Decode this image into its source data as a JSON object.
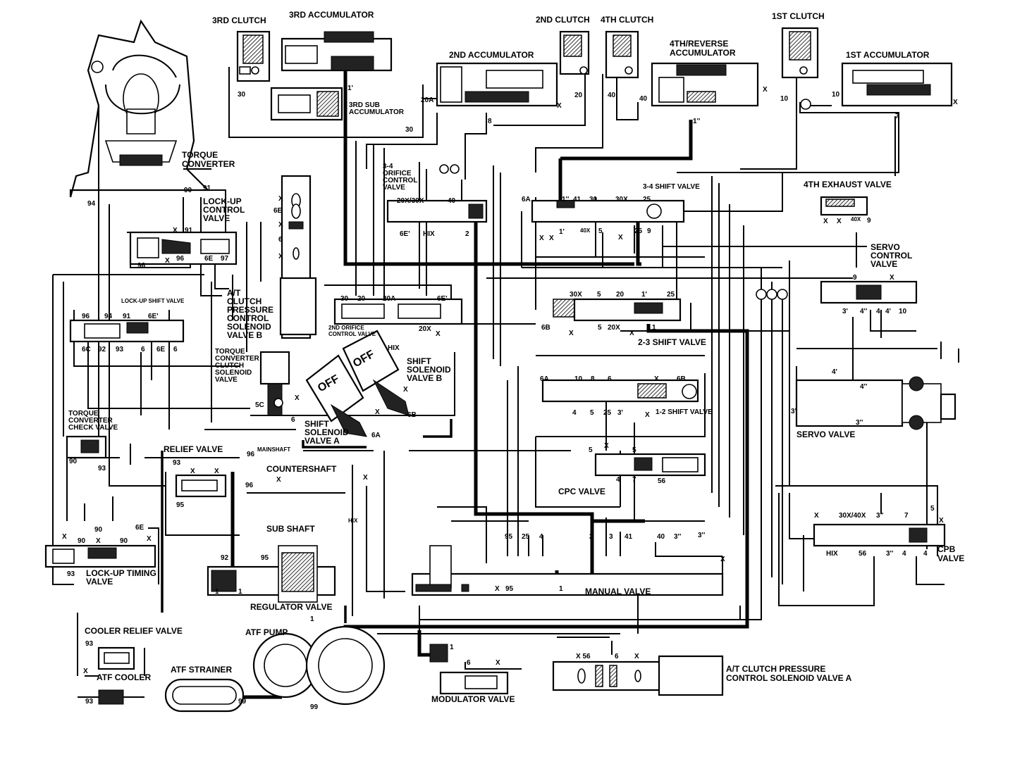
{
  "components": {
    "clutch3": "3RD CLUTCH",
    "acc3": "3RD ACCUMULATOR",
    "clutch2": "2ND CLUTCH",
    "clutch4": "4TH CLUTCH",
    "clutch1": "1ST CLUTCH",
    "acc2": "2ND ACCUMULATOR",
    "acc4r_1": "4TH/REVERSE",
    "acc4r_2": "ACCUMULATOR",
    "acc1": "1ST ACCUMULATOR",
    "sub3_1": "3RD SUB",
    "sub3_2": "ACCUMULATOR",
    "tc_1": "TORQUE",
    "tc_2": "CONVERTER",
    "lockup_ctrl_1": "LOCK-UP",
    "lockup_ctrl_2": "CONTROL",
    "lockup_ctrl_3": "VALVE",
    "orifice34_1": "3-4",
    "orifice34_2": "ORIFICE",
    "orifice34_3": "CONTROL",
    "orifice34_4": "VALVE",
    "shift34": "3-4 SHIFT VALVE",
    "exhaust4": "4TH EXHAUST VALVE",
    "servo_ctrl_1": "SERVO",
    "servo_ctrl_2": "CONTROL",
    "servo_ctrl_3": "VALVE",
    "lockup_shift": "LOCK-UP SHIFT VALVE",
    "atcp_b_1": "A/T",
    "atcp_b_2": "CLUTCH",
    "atcp_b_3": "PRESSURE",
    "atcp_b_4": "CONTROL",
    "atcp_b_5": "SOLENOID",
    "atcp_b_6": "VALVE B",
    "orifice2_1": "2ND ORIFICE",
    "orifice2_2": "CONTROL VALVE",
    "shift23": "2-3 SHIFT VALVE",
    "tccs_1": "TORQUE",
    "tccs_2": "CONVERTER",
    "tccs_3": "CLUTCH",
    "tccs_4": "SOLENOID",
    "tccs_5": "VALVE",
    "off_a": "OFF",
    "off_b": "OFF",
    "ssb_1": "SHIFT",
    "ssb_2": "SOLENOID",
    "ssb_3": "VALVE B",
    "ssa_1": "SHIFT",
    "ssa_2": "SOLENOID",
    "ssa_3": "VALVE A",
    "shift12": "1-2 SHIFT VALVE",
    "tccheck_1": "TORQUE",
    "tccheck_2": "CONVERTER",
    "tccheck_3": "CHECK VALVE",
    "relief": "RELIEF VALVE",
    "mainshaft": "MAINSHAFT",
    "countershaft": "COUNTERSHAFT",
    "cpc": "CPC VALVE",
    "servo": "SERVO VALVE",
    "subshaft": "SUB SHAFT",
    "lockup_timing_1": "LOCK-UP TIMING",
    "lockup_timing_2": "VALVE",
    "regulator": "REGULATOR VALVE",
    "manual": "MANUAL VALVE",
    "cpb_1": "CPB",
    "cpb_2": "VALVE",
    "cooler_relief": "COOLER RELIEF VALVE",
    "atf_pump": "ATF PUMP",
    "atf_strainer": "ATF STRAINER",
    "atf_cooler": "ATF COOLER",
    "modulator": "MODULATOR VALVE",
    "atcp_a_1": "A/T CLUTCH PRESSURE",
    "atcp_a_2": "CONTROL SOLENOID VALVE A"
  },
  "ports": {
    "p30a": "30",
    "p1pa": "1'",
    "p30b": "30",
    "p20a": "20A",
    "p8a": "8",
    "p20": "20",
    "p40": "40",
    "p40b": "40",
    "p1pp": "1''",
    "p10": "10",
    "p10b": "10",
    "p7": "7",
    "pXa": "X",
    "pXb": "X",
    "pXc": "X",
    "p90": "90",
    "p91": "91",
    "p94": "94",
    "pX1": "X",
    "p91b": "91",
    "p96": "96",
    "pX2": "X",
    "p96b": "96",
    "p6E": "6E",
    "p97": "97",
    "pX3": "X",
    "p6Ea": "6E",
    "pX4": "X",
    "p6": "6",
    "pX5": "X",
    "p20x30x": "20X/30X",
    "p40c": "40",
    "p6Ep": "6E'",
    "pHIX": "HIX",
    "p2": "2",
    "p6A": "6A",
    "p1pp2": "1''",
    "p41": "41",
    "p30c": "30",
    "p30X": "30X",
    "p25": "25",
    "pXd": "X",
    "pXe": "X",
    "p1p2": "1'",
    "p40X": "40X",
    "p5a": "5",
    "pXf": "X",
    "p25b": "25",
    "p9": "9",
    "pXg": "X",
    "pXh": "X",
    "p40X2": "40X",
    "p9b": "9",
    "p9c": "9",
    "pXi": "X",
    "p3p": "3'",
    "p4pp": "4''",
    "p4": "4",
    "p4p": "4'",
    "p10c": "10",
    "p96c": "96",
    "p94b": "94",
    "p91c": "91",
    "p6Ep2": "6E'",
    "p6C": "6C",
    "p92": "92",
    "p93": "93",
    "p6b": "6",
    "p6Eb": "6E",
    "p6c": "6",
    "p30d": "30",
    "p20b": "20",
    "p20A2": "20A",
    "p6Ep3": "6E'",
    "p20X": "20X",
    "pXj": "X",
    "pHIXb": "HIX",
    "p30X2": "30X",
    "p5b": "5",
    "p20c": "20",
    "p1p3": "1'",
    "p25c": "25",
    "p6B": "6B",
    "pXk": "X",
    "p5c": "5",
    "p20Xb": "20X",
    "pXl": "X",
    "p1": "1",
    "p4p2": "4'",
    "p4pp2": "4''",
    "p3p2": "3'",
    "p3pp": "3''",
    "p5C": "5C",
    "pXm": "X",
    "p6d": "6",
    "pXn": "X",
    "p6B2": "6B",
    "pXo": "X",
    "p6A2": "6A",
    "p6A3": "6A",
    "p10d": "10",
    "p8b": "8",
    "p6e": "6",
    "pXp": "X",
    "p6B3": "6B",
    "p4b": "4",
    "p5d": "5",
    "p25d": "25",
    "p3pb": "3'",
    "pXq": "X",
    "p5e": "5",
    "pXr": "X",
    "p5f": "5",
    "p4c": "4",
    "p7b": "7",
    "p56": "56",
    "p90b": "90",
    "p93b": "93",
    "p93c": "93",
    "pXs": "X",
    "pXt": "X",
    "p95": "95",
    "p96d": "96",
    "p96e": "96",
    "pXu": "X",
    "pXv": "X",
    "pHIXc": "HIX",
    "pXw": "X",
    "p30x40x": "30X/40X",
    "p3pp2": "3''",
    "p7c": "7",
    "p5g": "5",
    "pXx": "X",
    "pHIXd": "HIX",
    "p56b": "56",
    "p3pp3": "3''",
    "p4d": "4",
    "p4e": "4",
    "p90c": "90",
    "pXy": "X",
    "p90d": "90",
    "p6E2": "6E",
    "pXz": "X",
    "pXaa": "X",
    "p90e": "90",
    "p93d": "93",
    "p92b": "92",
    "p95b": "95",
    "p1b": "1",
    "p1c": "1",
    "p95c": "95",
    "p25e": "25",
    "p4f": "4",
    "p2b": "2",
    "p3": "3",
    "p41b": "41",
    "p40d": "40",
    "p3pp4": "3''",
    "p3pp5": "3''",
    "pXab": "X",
    "pXac": "X",
    "p95d": "95",
    "p1d": "1",
    "p93e": "93",
    "pXad": "X",
    "p93f": "93",
    "p1e": "1",
    "p99": "99",
    "p99b": "99",
    "p1f": "1",
    "p6f": "6",
    "pXae": "X",
    "pX56": "X 56",
    "p6g": "6",
    "pXaf": "X"
  }
}
